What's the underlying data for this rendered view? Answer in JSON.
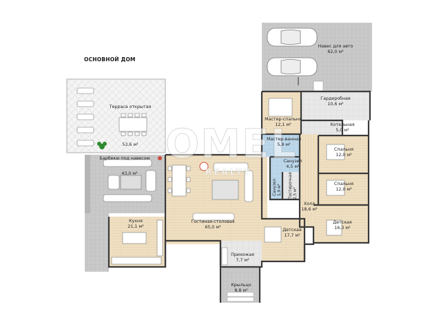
{
  "title": "ОСНОВНОЙ ДОМ",
  "watermark": {
    "text": "OMEL",
    "subtext": "REALTY"
  },
  "colors": {
    "paving": "#c9c9c9",
    "wood_floor": "#efdfc2",
    "tile_floor": "#e6e6e6",
    "bath_floor": "#bcd7ea",
    "walls": "#3a3a3a",
    "grass": "#2f8a2f"
  },
  "rooms": [
    {
      "id": "carport",
      "name": "Навес для авто",
      "area": "62,0 м²"
    },
    {
      "id": "terrace",
      "name": "Терраса открытая",
      "area": "53,6 м²"
    },
    {
      "id": "bbq",
      "name": "Барбекю под навесом",
      "area": "43,0 м²"
    },
    {
      "id": "wardrobe",
      "name": "Гардеробная",
      "area": "10,6 м²"
    },
    {
      "id": "boiler",
      "name": "Котельная",
      "area": "5,0 м²"
    },
    {
      "id": "master-bedroom",
      "name": "Мастер-спальня",
      "area": "12,1 м²"
    },
    {
      "id": "master-bath",
      "name": "Мастер-ванная",
      "area": "5,9 м²"
    },
    {
      "id": "bathroom",
      "name": "Санузел",
      "area": "4,5 м²"
    },
    {
      "id": "wc",
      "name": "Санузел",
      "area": "1,9 м²"
    },
    {
      "id": "pantry",
      "name": "Постирочная",
      "area": "2,5 м²"
    },
    {
      "id": "bedroom-1",
      "name": "Спальня",
      "area": "12,0 м²"
    },
    {
      "id": "bedroom-2",
      "name": "Спальня",
      "area": "12,0 м²"
    },
    {
      "id": "hall",
      "name": "Холл",
      "area": "18,6 м²"
    },
    {
      "id": "kitchen",
      "name": "Кухня",
      "area": "21,1 м²"
    },
    {
      "id": "living-dining",
      "name": "Гостиная-столовая",
      "area": "65,0 м²"
    },
    {
      "id": "nursery-1",
      "name": "Детская",
      "area": "17,7 м²"
    },
    {
      "id": "nursery-2",
      "name": "Детская",
      "area": "16,3 м²"
    },
    {
      "id": "entrance",
      "name": "Прихожая",
      "area": "7,7 м²"
    },
    {
      "id": "porch",
      "name": "Крыльцо",
      "area": "8,8 м²"
    }
  ]
}
